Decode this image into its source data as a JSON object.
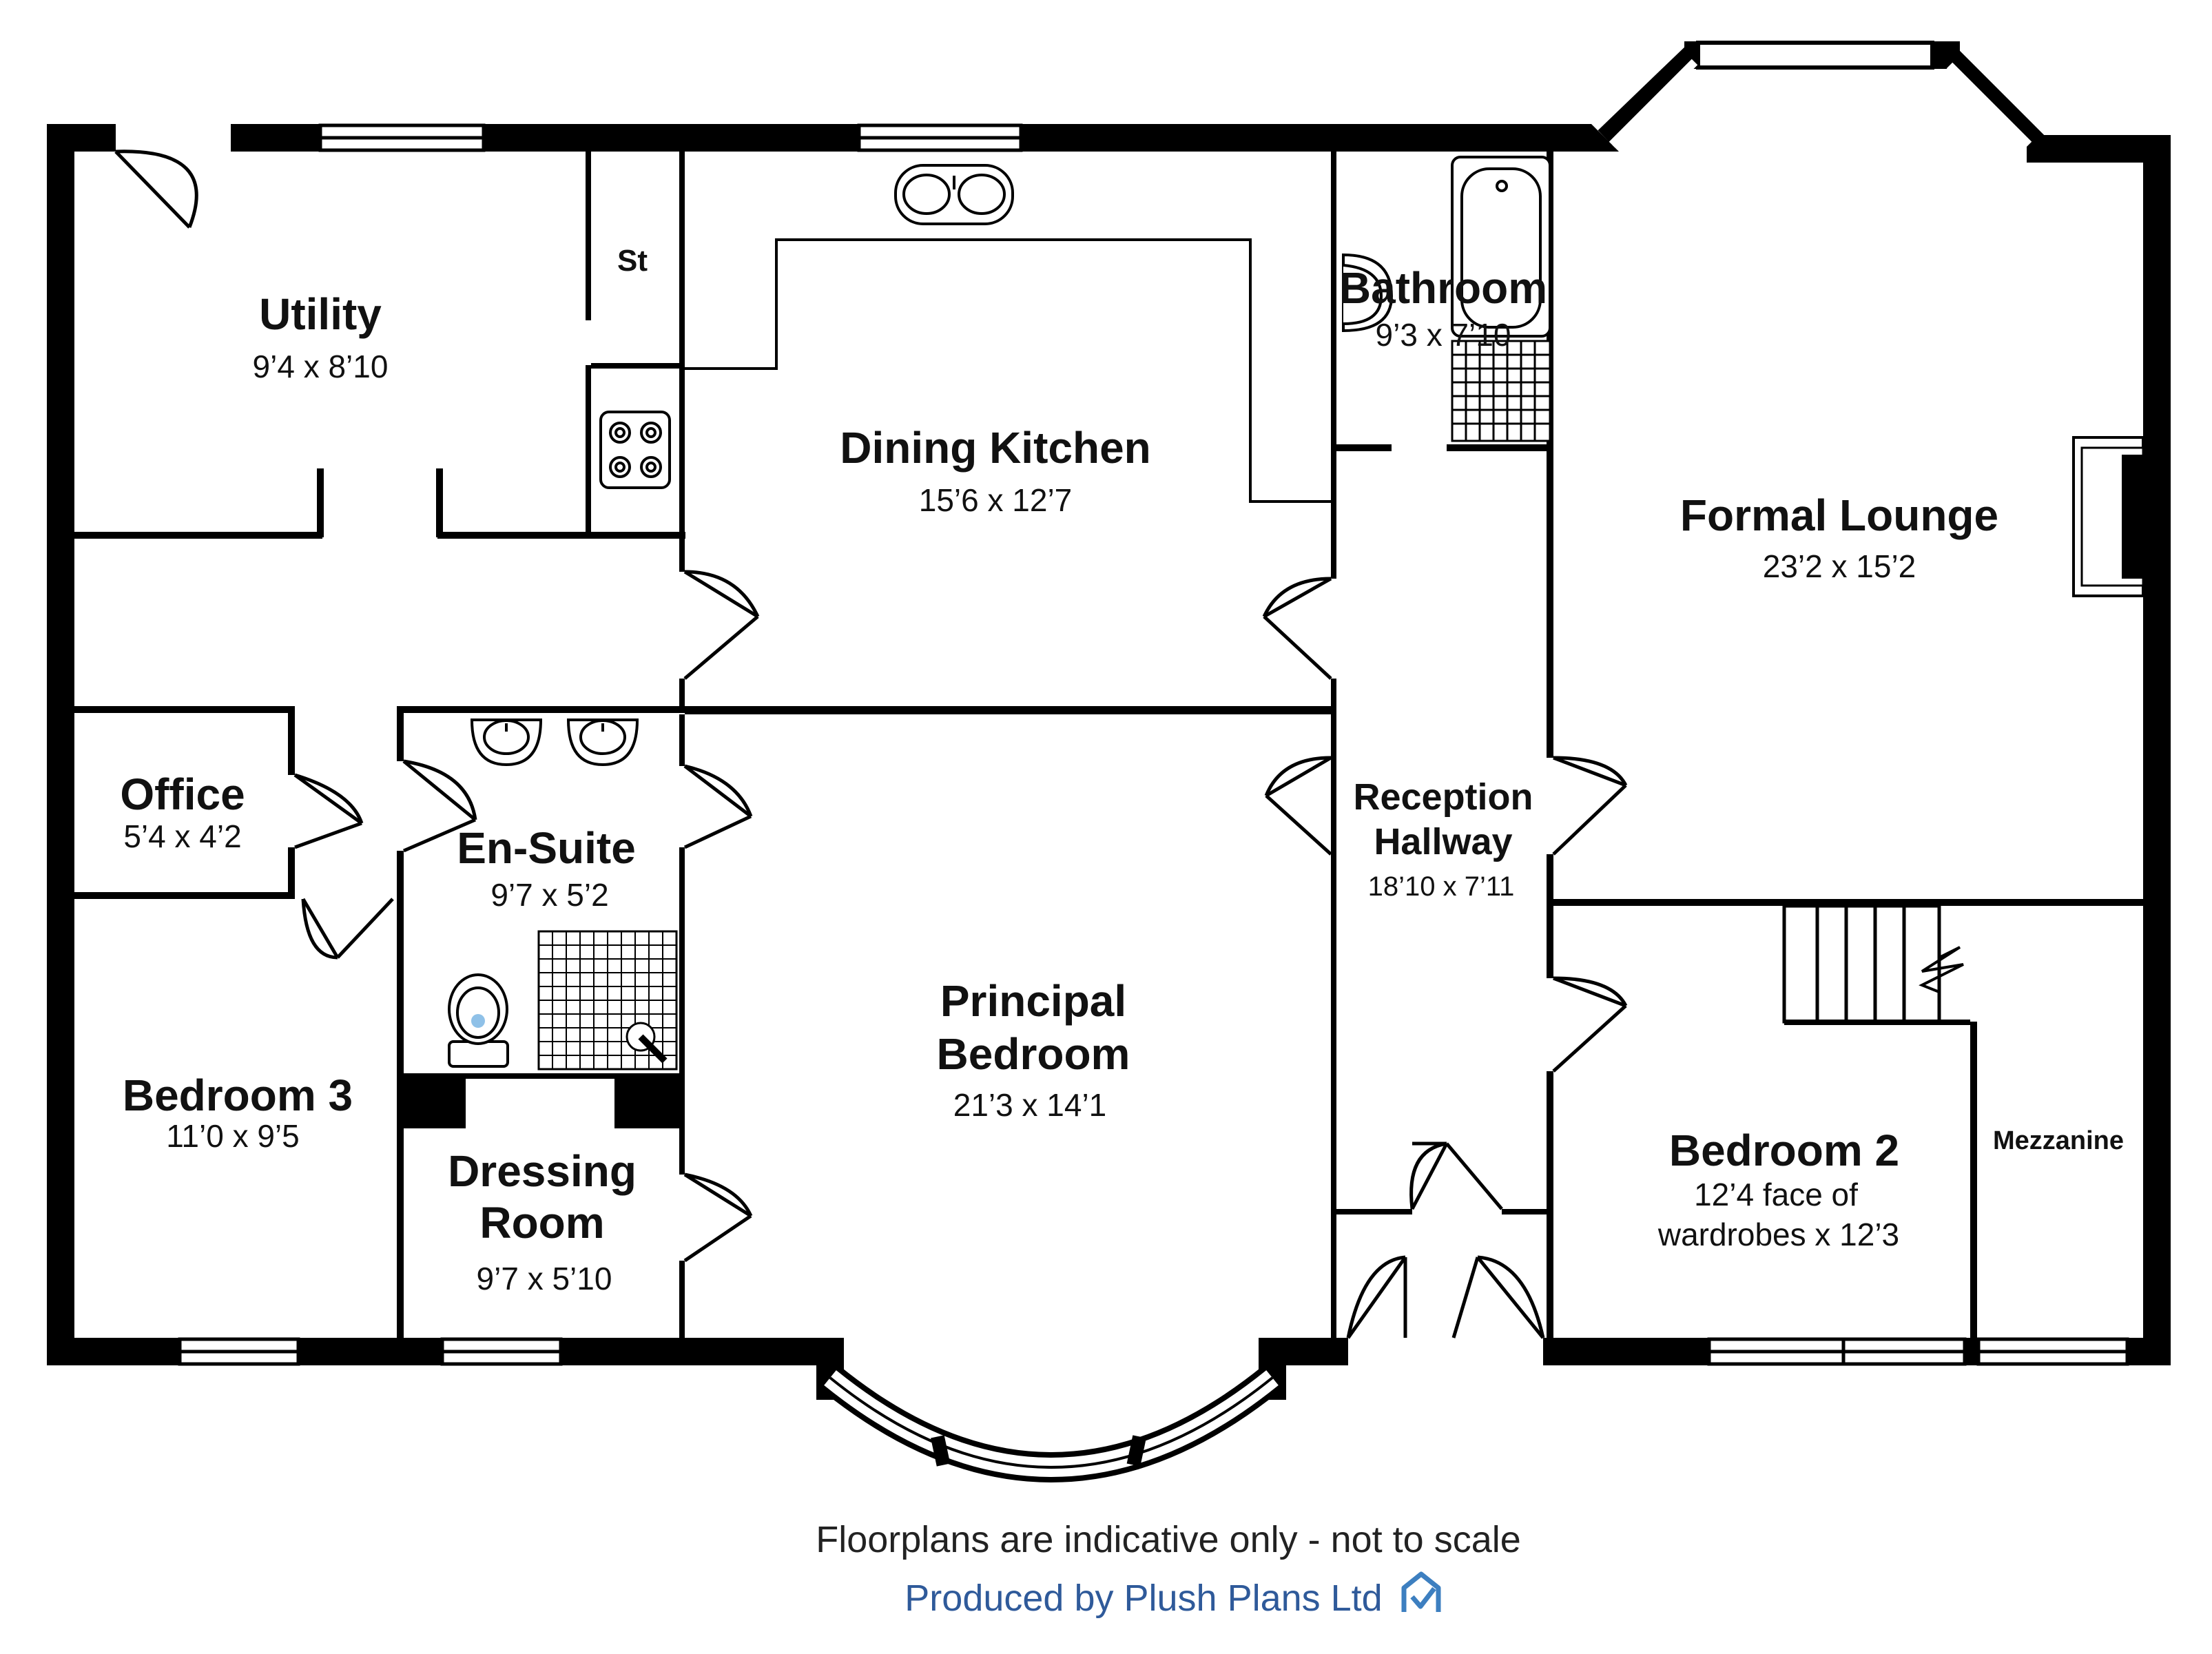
{
  "floorplan": {
    "rooms": [
      {
        "id": "utility",
        "name": "Utility",
        "dimensions": "9’4 x 8’10"
      },
      {
        "id": "store",
        "name": "St"
      },
      {
        "id": "dining-kitchen",
        "name": "Dining Kitchen",
        "dimensions": "15’6 x 12’7"
      },
      {
        "id": "bathroom",
        "name": "Bathroom",
        "dimensions": "9’3 x 7’10"
      },
      {
        "id": "formal-lounge",
        "name": "Formal Lounge",
        "dimensions": "23’2 x 15’2"
      },
      {
        "id": "office",
        "name": "Office",
        "dimensions": "5’4 x 4’2"
      },
      {
        "id": "en-suite",
        "name": "En-Suite",
        "dimensions": "9’7 x 5’2"
      },
      {
        "id": "reception-hallway",
        "name_line1": "Reception",
        "name_line2": "Hallway",
        "dimensions": "18’10 x 7’11"
      },
      {
        "id": "principal-bedroom",
        "name_line1": "Principal",
        "name_line2": "Bedroom",
        "dimensions": "21’3 x 14’1"
      },
      {
        "id": "bedroom-3",
        "name": "Bedroom 3",
        "dimensions": "11’0 x 9’5"
      },
      {
        "id": "dressing-room",
        "name_line1": "Dressing",
        "name_line2": "Room",
        "dimensions": "9’7 x 5’10"
      },
      {
        "id": "bedroom-2",
        "name": "Bedroom 2",
        "dimensions_line1": "12’4 face of",
        "dimensions_line2": "wardrobes x 12’3"
      },
      {
        "id": "mezzanine",
        "name": "Mezzanine"
      }
    ],
    "colors": {
      "wall": "#000000",
      "credit": "#2f5a9a",
      "toilet_accent": "#8fc1e8"
    }
  },
  "footer": {
    "disclaimer": "Floorplans are indicative only - not to scale",
    "credit": "Produced by Plush Plans Ltd",
    "logo_icon": "house-checkmark-icon"
  }
}
